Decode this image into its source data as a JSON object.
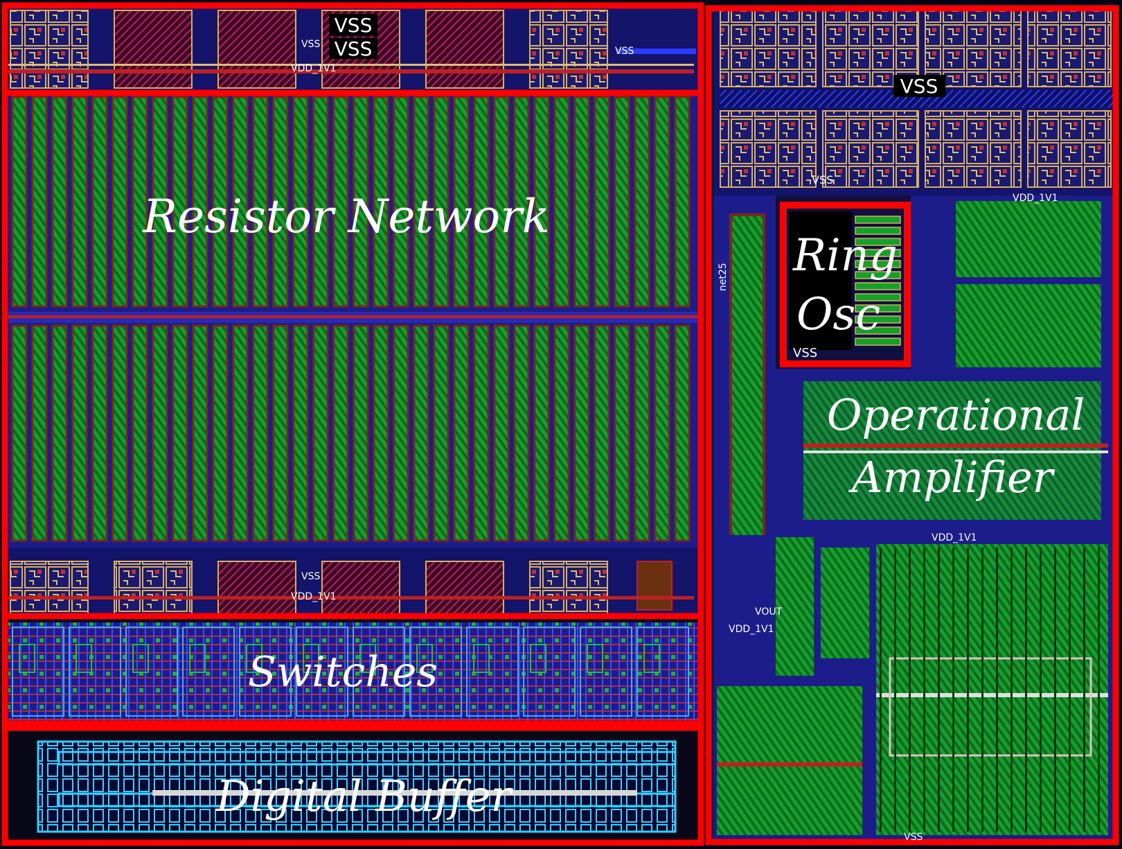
{
  "blocks": {
    "resistor_network": "Resistor Network",
    "switches": "Switches",
    "digital_buffer": "Digital Buffer",
    "ring_osc_line1": "Ring",
    "ring_osc_line2": "Osc",
    "opamp_line1": "Operational",
    "opamp_line2": "Amplifier"
  },
  "nets": {
    "vss": "VSS",
    "vdd": "VDD_1V1",
    "vout": "VOUT",
    "net25": "net25"
  },
  "colors": {
    "highlight_box": "#ff0000",
    "metal_red": "#cc2020",
    "metal_blue": "#2233ff",
    "diffusion_green": "#15a02a",
    "poly_brown": "#7a2a12",
    "cell_tan": "#d8b060",
    "cell_cyan": "#30d0ff",
    "background": "#05051a"
  }
}
